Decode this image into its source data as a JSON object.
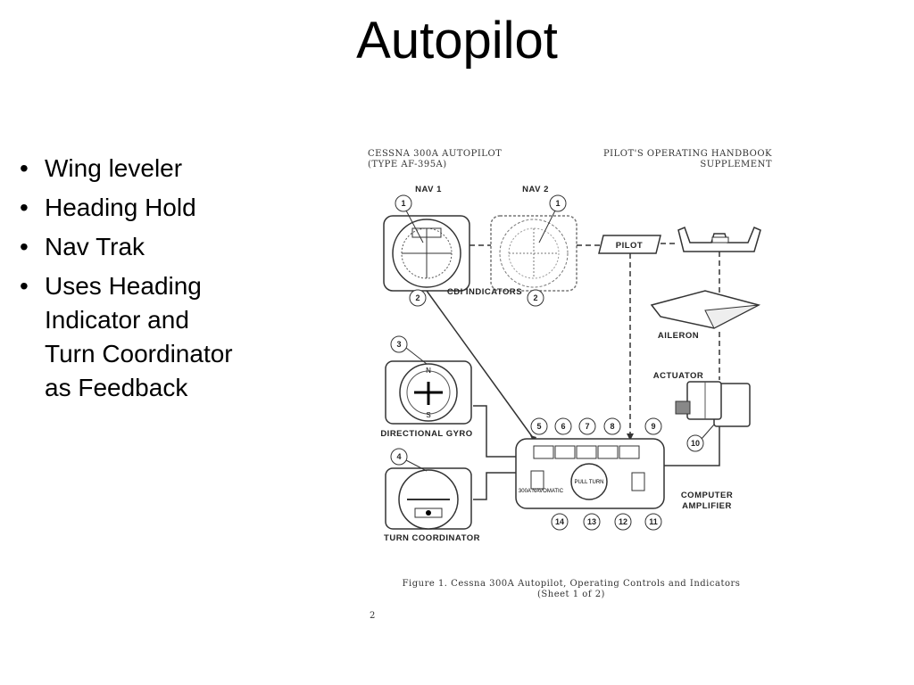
{
  "slide": {
    "title": "Autopilot",
    "bullets": [
      "Wing leveler",
      "Heading Hold",
      "Nav Trak",
      "Uses Heading Indicator and Turn Coordinator as Feedback"
    ]
  },
  "figure": {
    "header_left_1": "CESSNA 300A AUTOPILOT",
    "header_left_2": "(TYPE AF-395A)",
    "header_right_1": "PILOT'S OPERATING HANDBOOK",
    "header_right_2": "SUPPLEMENT",
    "nav1": "NAV 1",
    "nav2": "NAV 2",
    "pilot": "PILOT",
    "cdi": "CDI INDICATORS",
    "aileron": "AILERON",
    "actuator": "ACTUATOR",
    "dg": "DIRECTIONAL GYRO",
    "tc": "TURN COORDINATOR",
    "computer_1": "COMPUTER",
    "computer_2": "AMPLIFIER",
    "navomatic": "300A NAVOMATIC",
    "pull_turn": "PULL TURN",
    "caption_1": "Figure 1.  Cessna 300A Autopilot, Operating Controls and Indicators",
    "caption_2": "(Sheet 1 of 2)",
    "page_number": "2",
    "callouts": [
      "1",
      "1",
      "2",
      "2",
      "3",
      "4",
      "5",
      "6",
      "7",
      "8",
      "9",
      "10",
      "11",
      "12",
      "13",
      "14"
    ]
  }
}
